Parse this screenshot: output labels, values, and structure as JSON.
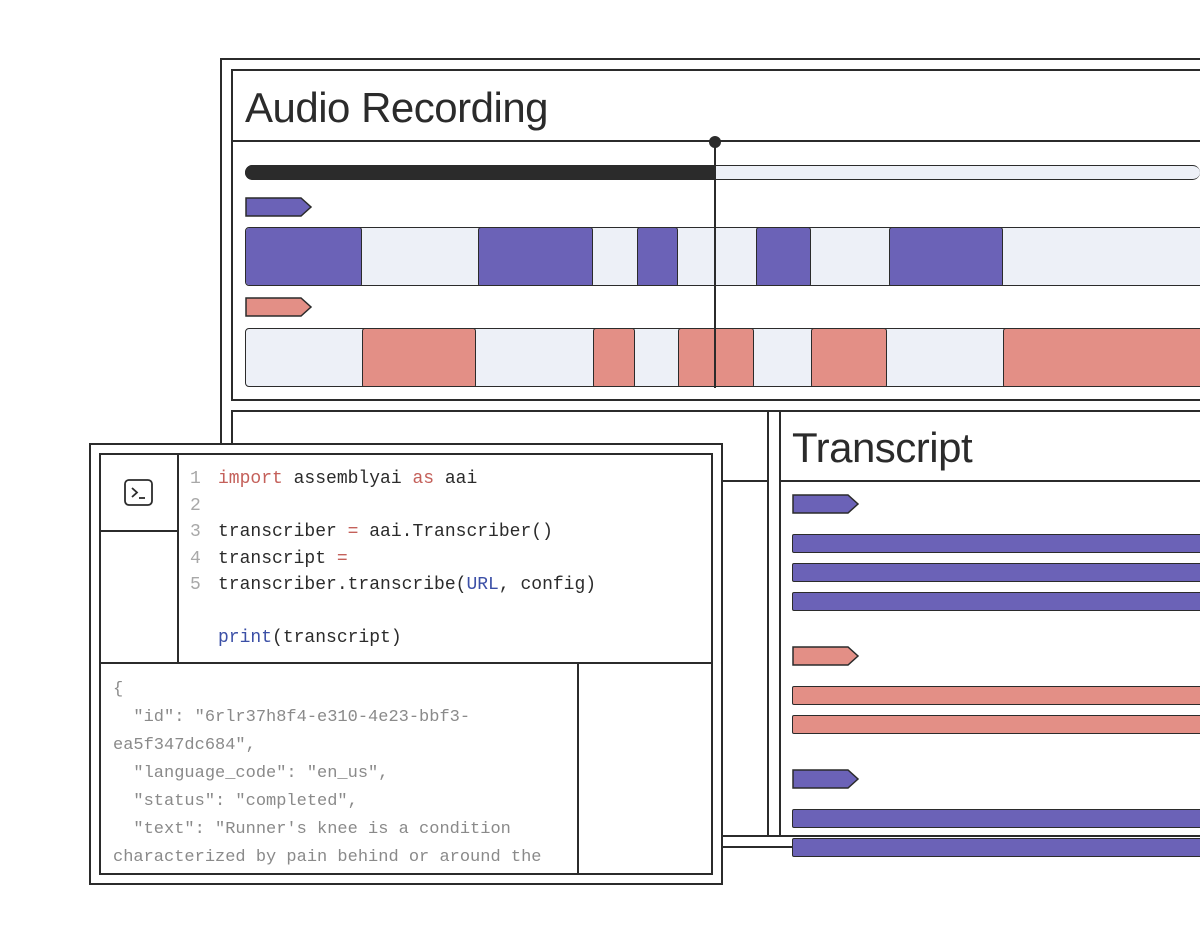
{
  "audio": {
    "title": "Audio Recording",
    "playback_progress": 0.48,
    "speaker_a": {
      "color": "#6b62b7",
      "segments": [
        [
          0.0,
          0.12
        ],
        [
          0.238,
          0.356
        ],
        [
          0.4,
          0.442
        ],
        [
          0.522,
          0.578
        ],
        [
          0.658,
          0.774
        ]
      ]
    },
    "speaker_b": {
      "color": "#e38f86",
      "segments": [
        [
          0.12,
          0.236
        ],
        [
          0.356,
          0.398
        ],
        [
          0.442,
          0.52
        ],
        [
          0.578,
          0.656
        ],
        [
          0.774,
          1.0
        ]
      ]
    }
  },
  "transcript": {
    "title": "Transcript",
    "blocks": [
      {
        "speaker": "a",
        "lines": 3
      },
      {
        "speaker": "b",
        "lines": 2
      },
      {
        "speaker": "a",
        "lines": 2
      }
    ]
  },
  "code": {
    "terminal_icon": "terminal-icon",
    "lines": [
      {
        "num": "1",
        "tokens": [
          {
            "t": "import",
            "c": "kw"
          },
          {
            "t": " assemblyai ",
            "c": "tx"
          },
          {
            "t": "as",
            "c": "kw"
          },
          {
            "t": " aai",
            "c": "tx"
          }
        ]
      },
      {
        "num": "2",
        "tokens": []
      },
      {
        "num": "3",
        "tokens": [
          {
            "t": "transcriber ",
            "c": "tx"
          },
          {
            "t": "=",
            "c": "kw"
          },
          {
            "t": " aai.Transcriber()",
            "c": "tx"
          }
        ]
      },
      {
        "num": "4",
        "tokens": [
          {
            "t": "transcript ",
            "c": "tx"
          },
          {
            "t": "=",
            "c": "kw"
          }
        ]
      },
      {
        "num": "5",
        "tokens": [
          {
            "t": "transcriber.transcribe(",
            "c": "tx"
          },
          {
            "t": "URL",
            "c": "fn"
          },
          {
            "t": ", config)",
            "c": "tx"
          }
        ]
      },
      {
        "num": "",
        "tokens": []
      },
      {
        "num": "",
        "tokens": [
          {
            "t": "print",
            "c": "fn"
          },
          {
            "t": "(transcript)",
            "c": "tx"
          }
        ]
      }
    ]
  },
  "output": {
    "lines": [
      "{",
      "  \"id\": \"6rlr37h8f4-e310-4e23-bbf3-",
      "ea5f347dc684\",",
      "  \"language_code\": \"en_us\",",
      "  \"status\": \"completed\",",
      "  \"text\": \"Runner's knee is a condition",
      "characterized by pain behind or around the"
    ]
  }
}
